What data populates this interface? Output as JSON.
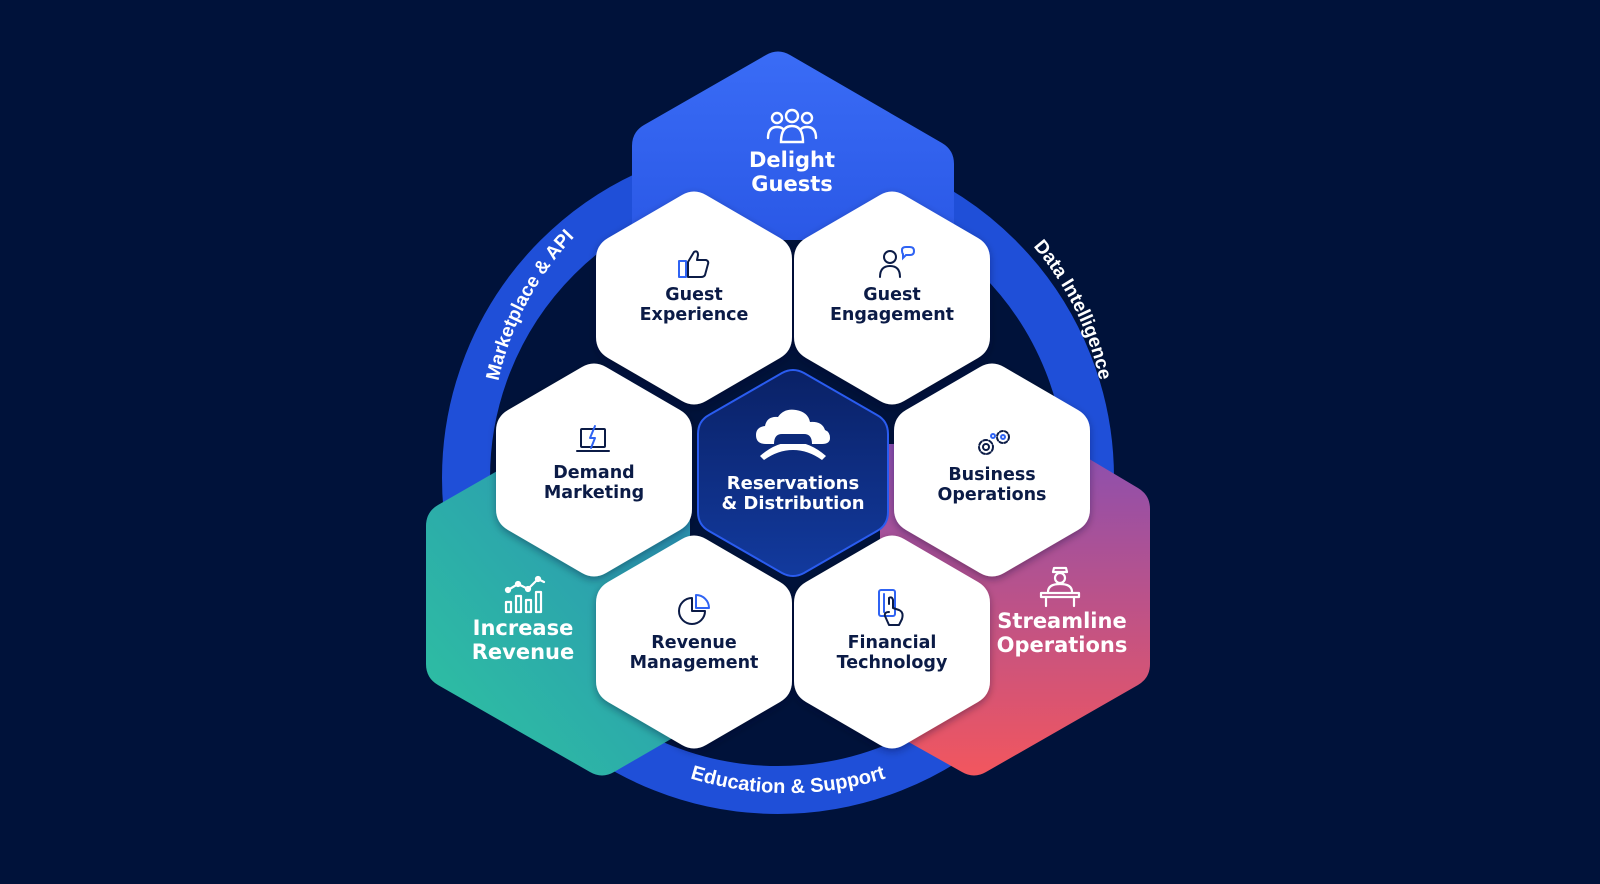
{
  "colors": {
    "background": "#00123a",
    "ring": "#1f4fd8",
    "delight": "#2f63f3",
    "increase_start": "#2ec4a0",
    "increase_end": "#2a8fb5",
    "streamline_start": "#f2565e",
    "streamline_end": "#8a4fb0",
    "hex_fill": "#ffffff",
    "hex_text": "#0b1b46",
    "icon_blue": "#2f63f3",
    "center_fill": "#0d2a7a"
  },
  "ring_labels": {
    "top_left": "Marketplace & API",
    "top_right": "Data Intelligence",
    "bottom": "Education & Support"
  },
  "pillars": {
    "delight": {
      "line1": "Delight",
      "line2": "Guests",
      "icon": "people-group-icon"
    },
    "increase": {
      "line1": "Increase",
      "line2": "Revenue",
      "icon": "bar-chart-icon"
    },
    "streamline": {
      "line1": "Streamline",
      "line2": "Operations",
      "icon": "receptionist-icon"
    }
  },
  "center": {
    "line1": "Reservations",
    "line2": "& Distribution",
    "icon": "cloud-bed-icon"
  },
  "hexes": {
    "guest_experience": {
      "line1": "Guest",
      "line2": "Experience",
      "icon": "thumbs-up-icon"
    },
    "guest_engagement": {
      "line1": "Guest",
      "line2": "Engagement",
      "icon": "person-chat-icon"
    },
    "demand_marketing": {
      "line1": "Demand",
      "line2": "Marketing",
      "icon": "laptop-bolt-icon"
    },
    "business_operations": {
      "line1": "Business",
      "line2": "Operations",
      "icon": "gears-icon"
    },
    "revenue_management": {
      "line1": "Revenue",
      "line2": "Management",
      "icon": "pie-chart-icon"
    },
    "financial_technology": {
      "line1": "Financial",
      "line2": "Technology",
      "icon": "card-tap-icon"
    }
  }
}
